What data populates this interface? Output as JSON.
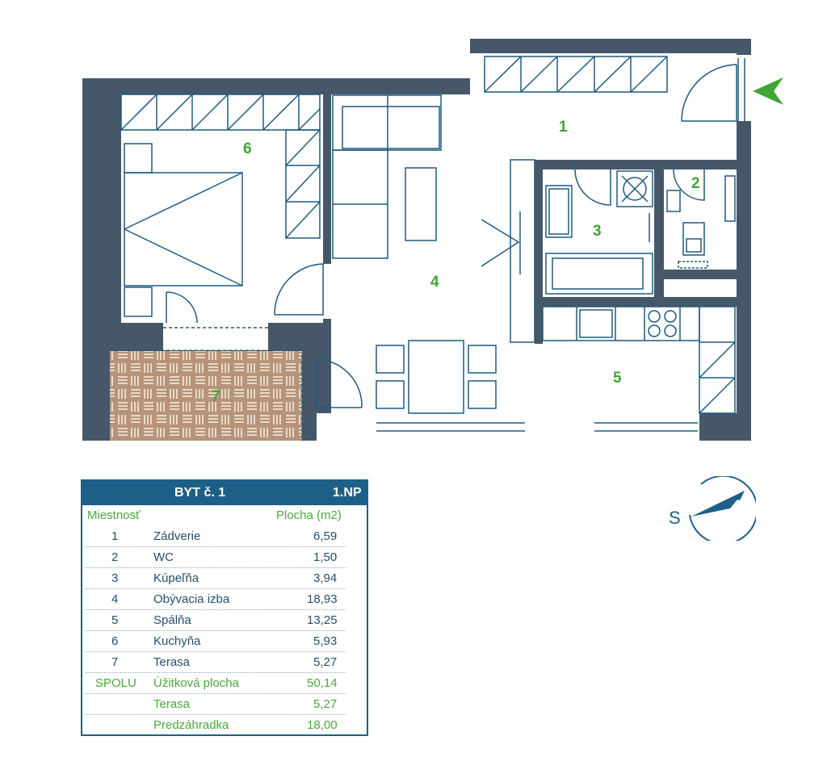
{
  "plan": {
    "room_labels": [
      {
        "id": "1",
        "text": "1"
      },
      {
        "id": "2",
        "text": "2"
      },
      {
        "id": "3",
        "text": "3"
      },
      {
        "id": "4",
        "text": "4"
      },
      {
        "id": "5",
        "text": "5"
      },
      {
        "id": "6",
        "text": "6"
      },
      {
        "id": "7",
        "text": "7"
      }
    ],
    "colors": {
      "wall": "#46576a",
      "furniture": "#1f5a7e",
      "label": "#3fa535",
      "entrance_arrow": "#3fa535",
      "terrace": "#b5947a"
    }
  },
  "table": {
    "title": "BYT č. 1",
    "floor": "1.NP",
    "col_room": "Miestnosť",
    "col_area": "Plocha (m2)",
    "rows": [
      {
        "num": "1",
        "name": "Zádverie",
        "area": "6,59"
      },
      {
        "num": "2",
        "name": "WC",
        "area": "1,50"
      },
      {
        "num": "3",
        "name": "Kúpeľňa",
        "area": "3,94"
      },
      {
        "num": "4",
        "name": "Obývacia izba",
        "area": "18,93"
      },
      {
        "num": "5",
        "name": "Spálňa",
        "area": "13,25"
      },
      {
        "num": "6",
        "name": "Kuchyňa",
        "area": "5,93"
      },
      {
        "num": "7",
        "name": "Terasa",
        "area": "5,27"
      }
    ],
    "totals": [
      {
        "label": "SPOLU",
        "name": "Úžitková plocha",
        "area": "50,14"
      },
      {
        "label": "",
        "name": "Terasa",
        "area": "5,27"
      },
      {
        "label": "",
        "name": "Predzáhradka",
        "area": "18,00"
      }
    ],
    "colors": {
      "header_bg": "#1d5f86",
      "text": "#264f6a",
      "accent": "#4aa83b"
    }
  },
  "compass": {
    "letter": "S",
    "icon": "compass-icon"
  }
}
